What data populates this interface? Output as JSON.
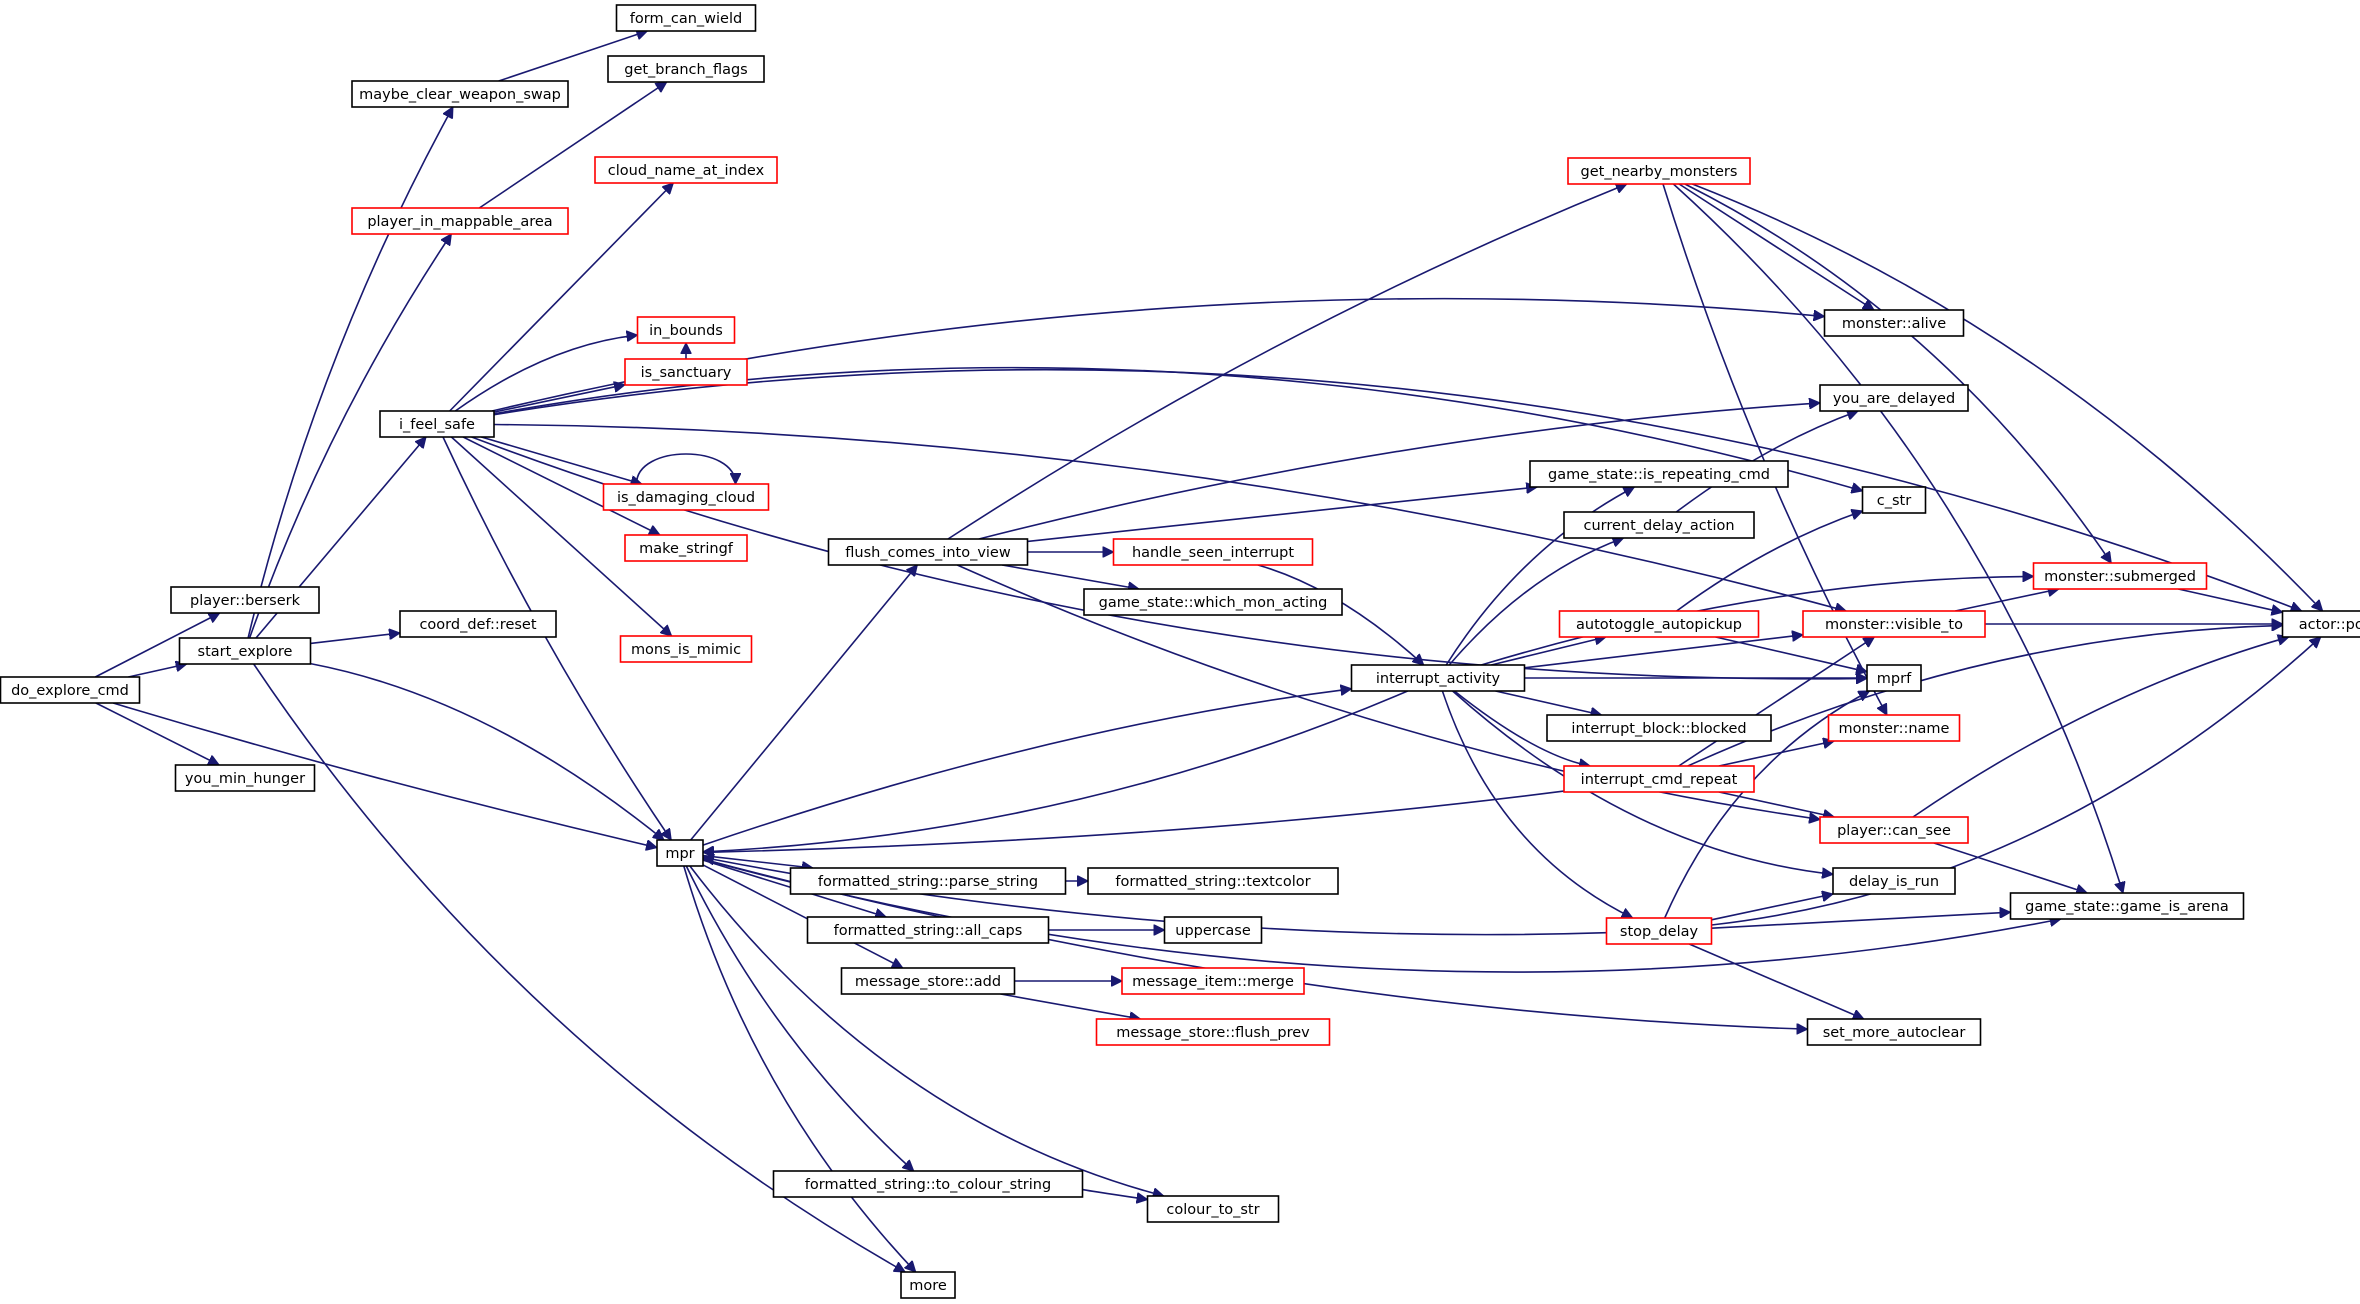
{
  "diagram": {
    "style": {
      "edge_color": "#191970",
      "node_border_normal": "#000000",
      "node_border_truncated": "#ff0000",
      "root_fill": "#bfbfbf",
      "node_fill": "#ffffff",
      "background": "#ffffff"
    },
    "nodes": [
      {
        "id": "do_explore_cmd",
        "label": "do_explore_cmd",
        "status": "root"
      },
      {
        "id": "player_berserk",
        "label": "player::berserk",
        "status": "normal"
      },
      {
        "id": "start_explore",
        "label": "start_explore",
        "status": "normal"
      },
      {
        "id": "you_min_hunger",
        "label": "you_min_hunger",
        "status": "normal"
      },
      {
        "id": "maybe_clear_weapon_swap",
        "label": "maybe_clear_weapon_swap",
        "status": "normal"
      },
      {
        "id": "player_in_mappable_area",
        "label": "player_in_mappable_area",
        "status": "truncated"
      },
      {
        "id": "i_feel_safe",
        "label": "i_feel_safe",
        "status": "normal"
      },
      {
        "id": "coord_def_reset",
        "label": "coord_def::reset",
        "status": "normal"
      },
      {
        "id": "mpr",
        "label": "mpr",
        "status": "normal"
      },
      {
        "id": "more",
        "label": "more",
        "status": "normal"
      },
      {
        "id": "form_can_wield",
        "label": "form_can_wield",
        "status": "normal"
      },
      {
        "id": "get_branch_flags",
        "label": "get_branch_flags",
        "status": "normal"
      },
      {
        "id": "cloud_name_at_index",
        "label": "cloud_name_at_index",
        "status": "truncated"
      },
      {
        "id": "in_bounds",
        "label": "in_bounds",
        "status": "truncated"
      },
      {
        "id": "is_sanctuary",
        "label": "is_sanctuary",
        "status": "truncated"
      },
      {
        "id": "is_damaging_cloud",
        "label": "is_damaging_cloud",
        "status": "truncated"
      },
      {
        "id": "make_stringf",
        "label": "make_stringf",
        "status": "truncated"
      },
      {
        "id": "mons_is_mimic",
        "label": "mons_is_mimic",
        "status": "truncated"
      },
      {
        "id": "flush_comes_into_view",
        "label": "flush_comes_into_view",
        "status": "normal"
      },
      {
        "id": "formatted_string_parse_string",
        "label": "formatted_string::parse_string",
        "status": "normal"
      },
      {
        "id": "formatted_string_textcolor",
        "label": "formatted_string::textcolor",
        "status": "normal"
      },
      {
        "id": "formatted_string_all_caps",
        "label": "formatted_string::all_caps",
        "status": "normal"
      },
      {
        "id": "uppercase",
        "label": "uppercase",
        "status": "normal"
      },
      {
        "id": "message_store_add",
        "label": "message_store::add",
        "status": "normal"
      },
      {
        "id": "message_item_merge",
        "label": "message_item::merge",
        "status": "truncated"
      },
      {
        "id": "message_store_flush_prev",
        "label": "message_store::flush_prev",
        "status": "truncated"
      },
      {
        "id": "formatted_string_to_colour_string",
        "label": "formatted_string::to_colour_string",
        "status": "normal"
      },
      {
        "id": "colour_to_str",
        "label": "colour_to_str",
        "status": "normal"
      },
      {
        "id": "get_nearby_monsters",
        "label": "get_nearby_monsters",
        "status": "truncated"
      },
      {
        "id": "handle_seen_interrupt",
        "label": "handle_seen_interrupt",
        "status": "truncated"
      },
      {
        "id": "game_state_which_mon_acting",
        "label": "game_state::which_mon_acting",
        "status": "normal"
      },
      {
        "id": "game_state_is_repeating_cmd",
        "label": "game_state::is_repeating_cmd",
        "status": "normal"
      },
      {
        "id": "current_delay_action",
        "label": "current_delay_action",
        "status": "normal"
      },
      {
        "id": "autotoggle_autopickup",
        "label": "autotoggle_autopickup",
        "status": "truncated"
      },
      {
        "id": "interrupt_activity",
        "label": "interrupt_activity",
        "status": "normal"
      },
      {
        "id": "interrupt_block_blocked",
        "label": "interrupt_block::blocked",
        "status": "normal"
      },
      {
        "id": "interrupt_cmd_repeat",
        "label": "interrupt_cmd_repeat",
        "status": "truncated"
      },
      {
        "id": "stop_delay",
        "label": "stop_delay",
        "status": "truncated"
      },
      {
        "id": "monster_alive",
        "label": "monster::alive",
        "status": "normal"
      },
      {
        "id": "you_are_delayed",
        "label": "you_are_delayed",
        "status": "normal"
      },
      {
        "id": "c_str",
        "label": "c_str",
        "status": "normal"
      },
      {
        "id": "monster_visible_to",
        "label": "monster::visible_to",
        "status": "truncated"
      },
      {
        "id": "mprf",
        "label": "mprf",
        "status": "normal"
      },
      {
        "id": "monster_name",
        "label": "monster::name",
        "status": "truncated"
      },
      {
        "id": "player_can_see",
        "label": "player::can_see",
        "status": "truncated"
      },
      {
        "id": "delay_is_run",
        "label": "delay_is_run",
        "status": "normal"
      },
      {
        "id": "set_more_autoclear",
        "label": "set_more_autoclear",
        "status": "normal"
      },
      {
        "id": "monster_submerged",
        "label": "monster::submerged",
        "status": "truncated"
      },
      {
        "id": "game_state_game_is_arena",
        "label": "game_state::game_is_arena",
        "status": "normal"
      },
      {
        "id": "actor_pos",
        "label": "actor::pos",
        "status": "normal"
      }
    ],
    "edges": [
      [
        "do_explore_cmd",
        "player_berserk"
      ],
      [
        "do_explore_cmd",
        "start_explore"
      ],
      [
        "do_explore_cmd",
        "you_min_hunger"
      ],
      [
        "do_explore_cmd",
        "mpr"
      ],
      [
        "start_explore",
        "maybe_clear_weapon_swap"
      ],
      [
        "start_explore",
        "player_in_mappable_area"
      ],
      [
        "start_explore",
        "i_feel_safe"
      ],
      [
        "start_explore",
        "coord_def_reset"
      ],
      [
        "start_explore",
        "mpr"
      ],
      [
        "start_explore",
        "more"
      ],
      [
        "maybe_clear_weapon_swap",
        "form_can_wield"
      ],
      [
        "player_in_mappable_area",
        "get_branch_flags"
      ],
      [
        "i_feel_safe",
        "cloud_name_at_index"
      ],
      [
        "i_feel_safe",
        "in_bounds"
      ],
      [
        "i_feel_safe",
        "is_sanctuary"
      ],
      [
        "i_feel_safe",
        "is_damaging_cloud"
      ],
      [
        "i_feel_safe",
        "make_stringf"
      ],
      [
        "i_feel_safe",
        "mons_is_mimic"
      ],
      [
        "i_feel_safe",
        "mpr"
      ],
      [
        "i_feel_safe",
        "actor_pos"
      ],
      [
        "i_feel_safe",
        "c_str"
      ],
      [
        "i_feel_safe",
        "monster_alive"
      ],
      [
        "i_feel_safe",
        "monster_visible_to"
      ],
      [
        "i_feel_safe",
        "mprf"
      ],
      [
        "is_sanctuary",
        "in_bounds"
      ],
      [
        "is_damaging_cloud",
        "is_damaging_cloud"
      ],
      [
        "mpr",
        "flush_comes_into_view"
      ],
      [
        "mpr",
        "interrupt_activity"
      ],
      [
        "mpr",
        "formatted_string_parse_string"
      ],
      [
        "mpr",
        "formatted_string_all_caps"
      ],
      [
        "mpr",
        "message_store_add"
      ],
      [
        "mpr",
        "formatted_string_to_colour_string"
      ],
      [
        "mpr",
        "colour_to_str"
      ],
      [
        "mpr",
        "more"
      ],
      [
        "mpr",
        "set_more_autoclear"
      ],
      [
        "mpr",
        "game_state_game_is_arena"
      ],
      [
        "formatted_string_parse_string",
        "formatted_string_textcolor"
      ],
      [
        "formatted_string_all_caps",
        "uppercase"
      ],
      [
        "message_store_add",
        "message_item_merge"
      ],
      [
        "message_store_add",
        "message_store_flush_prev"
      ],
      [
        "formatted_string_to_colour_string",
        "colour_to_str"
      ],
      [
        "flush_comes_into_view",
        "get_nearby_monsters"
      ],
      [
        "flush_comes_into_view",
        "handle_seen_interrupt"
      ],
      [
        "flush_comes_into_view",
        "game_state_which_mon_acting"
      ],
      [
        "flush_comes_into_view",
        "game_state_is_repeating_cmd"
      ],
      [
        "flush_comes_into_view",
        "you_are_delayed"
      ],
      [
        "flush_comes_into_view",
        "player_can_see"
      ],
      [
        "handle_seen_interrupt",
        "interrupt_activity"
      ],
      [
        "interrupt_activity",
        "mpr"
      ],
      [
        "interrupt_activity",
        "game_state_is_repeating_cmd"
      ],
      [
        "interrupt_activity",
        "current_delay_action"
      ],
      [
        "interrupt_activity",
        "autotoggle_autopickup"
      ],
      [
        "interrupt_activity",
        "monster_submerged"
      ],
      [
        "interrupt_activity",
        "monster_visible_to"
      ],
      [
        "interrupt_activity",
        "mprf"
      ],
      [
        "interrupt_activity",
        "interrupt_block_blocked"
      ],
      [
        "interrupt_activity",
        "interrupt_cmd_repeat"
      ],
      [
        "interrupt_activity",
        "stop_delay"
      ],
      [
        "interrupt_activity",
        "delay_is_run"
      ],
      [
        "interrupt_cmd_repeat",
        "mpr"
      ],
      [
        "interrupt_cmd_repeat",
        "monster_visible_to"
      ],
      [
        "interrupt_cmd_repeat",
        "monster_name"
      ],
      [
        "interrupt_cmd_repeat",
        "player_can_see"
      ],
      [
        "interrupt_cmd_repeat",
        "actor_pos"
      ],
      [
        "stop_delay",
        "mpr"
      ],
      [
        "stop_delay",
        "mprf"
      ],
      [
        "stop_delay",
        "delay_is_run"
      ],
      [
        "stop_delay",
        "game_state_game_is_arena"
      ],
      [
        "stop_delay",
        "set_more_autoclear"
      ],
      [
        "stop_delay",
        "actor_pos"
      ],
      [
        "current_delay_action",
        "you_are_delayed"
      ],
      [
        "autotoggle_autopickup",
        "c_str"
      ],
      [
        "autotoggle_autopickup",
        "mprf"
      ],
      [
        "get_nearby_monsters",
        "monster_alive"
      ],
      [
        "get_nearby_monsters",
        "monster_submerged"
      ],
      [
        "get_nearby_monsters",
        "actor_pos"
      ],
      [
        "get_nearby_monsters",
        "game_state_game_is_arena"
      ],
      [
        "get_nearby_monsters",
        "monster_name"
      ],
      [
        "monster_visible_to",
        "monster_submerged"
      ],
      [
        "monster_visible_to",
        "actor_pos"
      ],
      [
        "monster_submerged",
        "actor_pos"
      ],
      [
        "player_can_see",
        "actor_pos"
      ],
      [
        "player_can_see",
        "game_state_game_is_arena"
      ]
    ]
  }
}
